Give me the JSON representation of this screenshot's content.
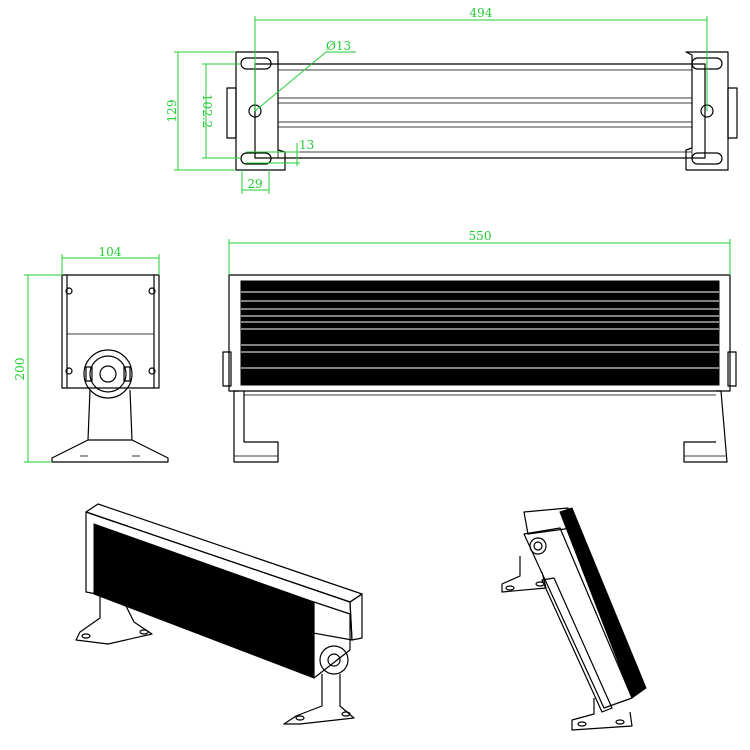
{
  "dimensions": {
    "top_length": "494",
    "hole_diameter": "Ø13",
    "top_outer_height": "129",
    "top_inner_height": "102.2",
    "slot_offset": "13",
    "bracket_width": "29",
    "end_width": "104",
    "overall_length": "550",
    "overall_height": "200"
  },
  "colors": {
    "dimension": "#22cc33",
    "outline": "#000000",
    "background": "#ffffff"
  }
}
